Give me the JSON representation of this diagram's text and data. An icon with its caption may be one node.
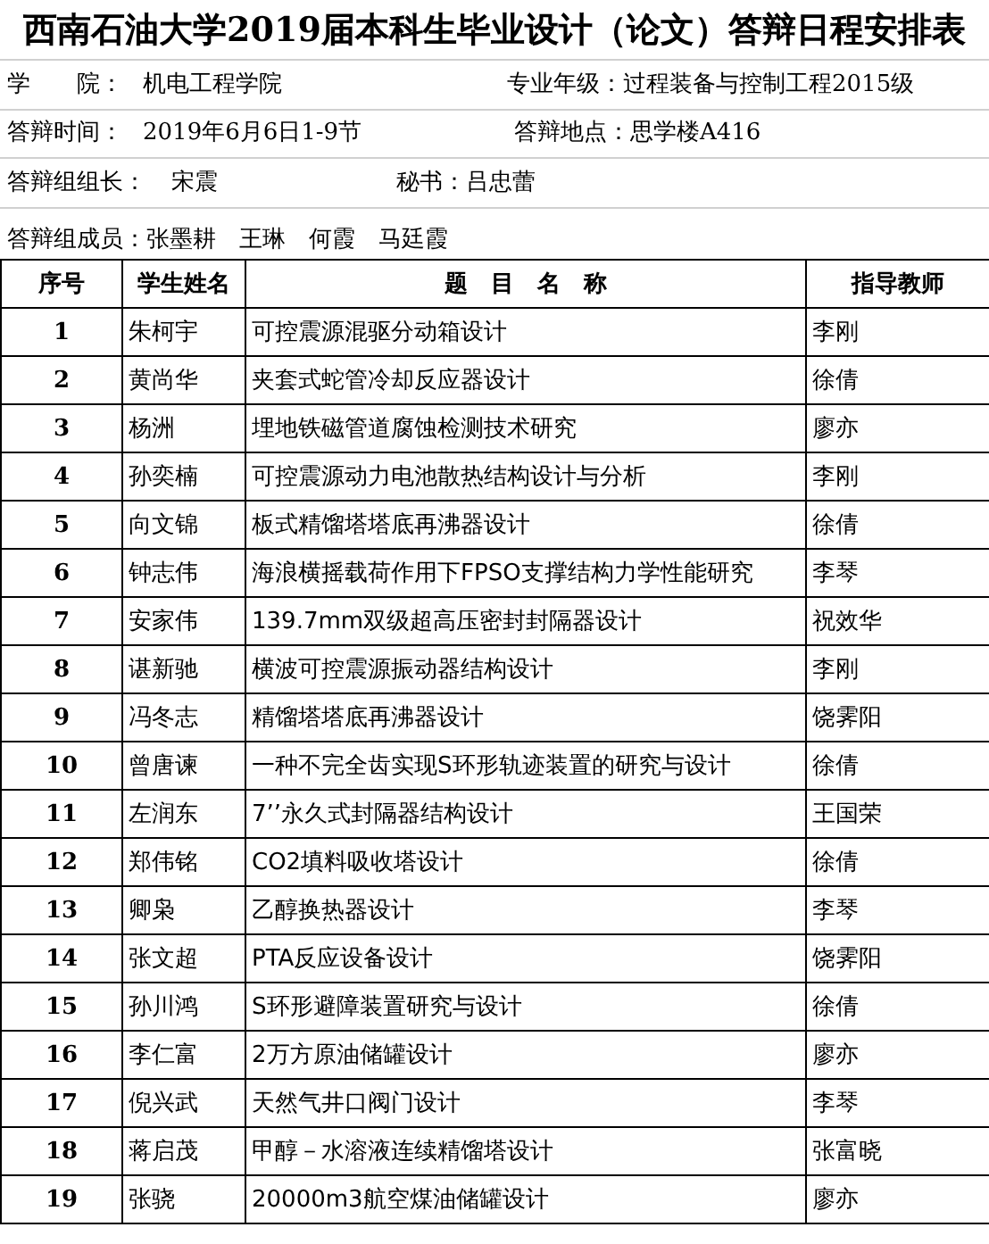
{
  "diagram": {
    "title": "西南石油大学2019届本科生毕业设计（论文）答辩日程安排表",
    "labels": [
      "学　　院：",
      "机电工程学院",
      "专业年级：过程装备与控制工程2015级",
      "答辩时间：",
      "2019年6月6日1-9节",
      "答辩地点：思学楼A416",
      "答辩组组长：",
      "宋震",
      "秘书：吕忠蕾",
      "答辩组成员：张墨耕　王琳　何霞　马廷霞",
      "序号",
      "学生姓名",
      "题　目　名　称",
      "指导教师",
      "1",
      "朱柯宇",
      "可控震源混驱分动箱设计",
      "李刚",
      "2",
      "黄尚华",
      "夹套式蛇管冷却反应器设计",
      "徐倩",
      "3",
      "杨洲",
      "埋地铁磁管道腐蚀检测技术研究",
      "廖亦",
      "4",
      "孙奕楠",
      "可控震源动力电池散热结构设计与分析",
      "李刚",
      "5",
      "向文锦",
      "板式精馏塔塔底再沸器设计",
      "徐倩",
      "6",
      "钟志伟",
      "海浪横摇载荷作用下FPSO支撑结构力学性能研究",
      "李琴",
      "7",
      "安家伟",
      "139.7mm双级超高压密封封隔器设计",
      "祝效华",
      "8",
      "谌新驰",
      "横波可控震源振动器结构设计",
      "李刚",
      "9",
      "冯冬志",
      "精馏塔塔底再沸器设计",
      "饶霁阳",
      "10",
      "曾唐谏",
      "一种不完全齿实现S环形轨迹装置的研究与设计",
      "徐倩",
      "11",
      "左润东",
      "7’’永久式封隔器结构设计",
      "王国荣",
      "12",
      "郑伟铭",
      "CO2填料吸收塔设计",
      "徐倩",
      "13",
      "卿枭",
      "乙醇换热器设计",
      "李琴",
      "14",
      "张文超",
      "PTA反应设备设计",
      "饶霁阳",
      "15",
      "孙川鸿",
      "S环形避障装置研究与设计",
      "徐倩",
      "16",
      "李仁富",
      "2万方原油储罐设计",
      "廖亦",
      "17",
      "倪兴武",
      "天然气井口阀门设计",
      "李琴",
      "18",
      "蒋启茂",
      "甲醇－水溶液连续精馏塔设计",
      "张富晓",
      "19",
      "张骁",
      "20000m3航空煤油储罐设计",
      "廖亦"
    ]
  }
}
